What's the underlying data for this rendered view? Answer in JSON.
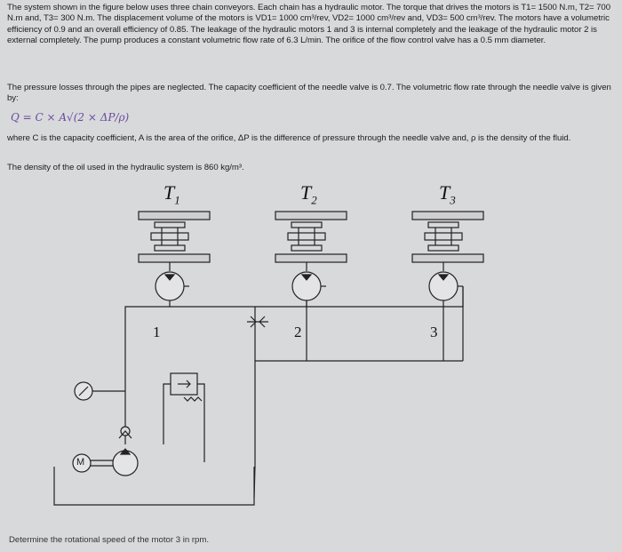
{
  "problem": {
    "para1": "The system shown in the figure below uses three chain conveyors. Each chain has a hydraulic motor. The torque that drives the motors is T1= 1500 N.m, T2= 700 N.m and, T3= 300 N.m. The displacement volume of the motors is VD1= 1000 cm³/rev, VD2= 1000 cm³/rev and, VD3= 500 cm³/rev. The motors have a volumetric efficiency of 0.9 and an overall efficiency of 0.85. The leakage of the hydraulic motors 1 and 3 is internal completely and the leakage of the hydraulic motor 2 is external completely. The pump produces a constant volumetric flow rate of 6.3 L/min. The orifice of the flow control valve has a 0.5 mm diameter.",
    "para2": "The pressure losses through the pipes are neglected. The capacity coefficient of the needle valve is 0.7. The volumetric flow rate through the needle valve is given by:",
    "formula": "Q = C × A√(2 × ΔP/ρ)",
    "para3": "where C is the capacity coefficient, A is the area of the orifice, ΔP is the difference of pressure through the needle valve and, ρ is the density of the fluid.",
    "para4": "The density of the oil used in the hydraulic system is 860 kg/m³.",
    "question": "Determine the rotational speed of the motor 3 in rpm."
  },
  "diagram": {
    "torque_labels": [
      "T",
      "T",
      "T"
    ],
    "torque_subs": [
      "1",
      "2",
      "3"
    ],
    "motor_numbers": [
      "1",
      "2",
      "3"
    ],
    "pump_motor_label": "M"
  }
}
